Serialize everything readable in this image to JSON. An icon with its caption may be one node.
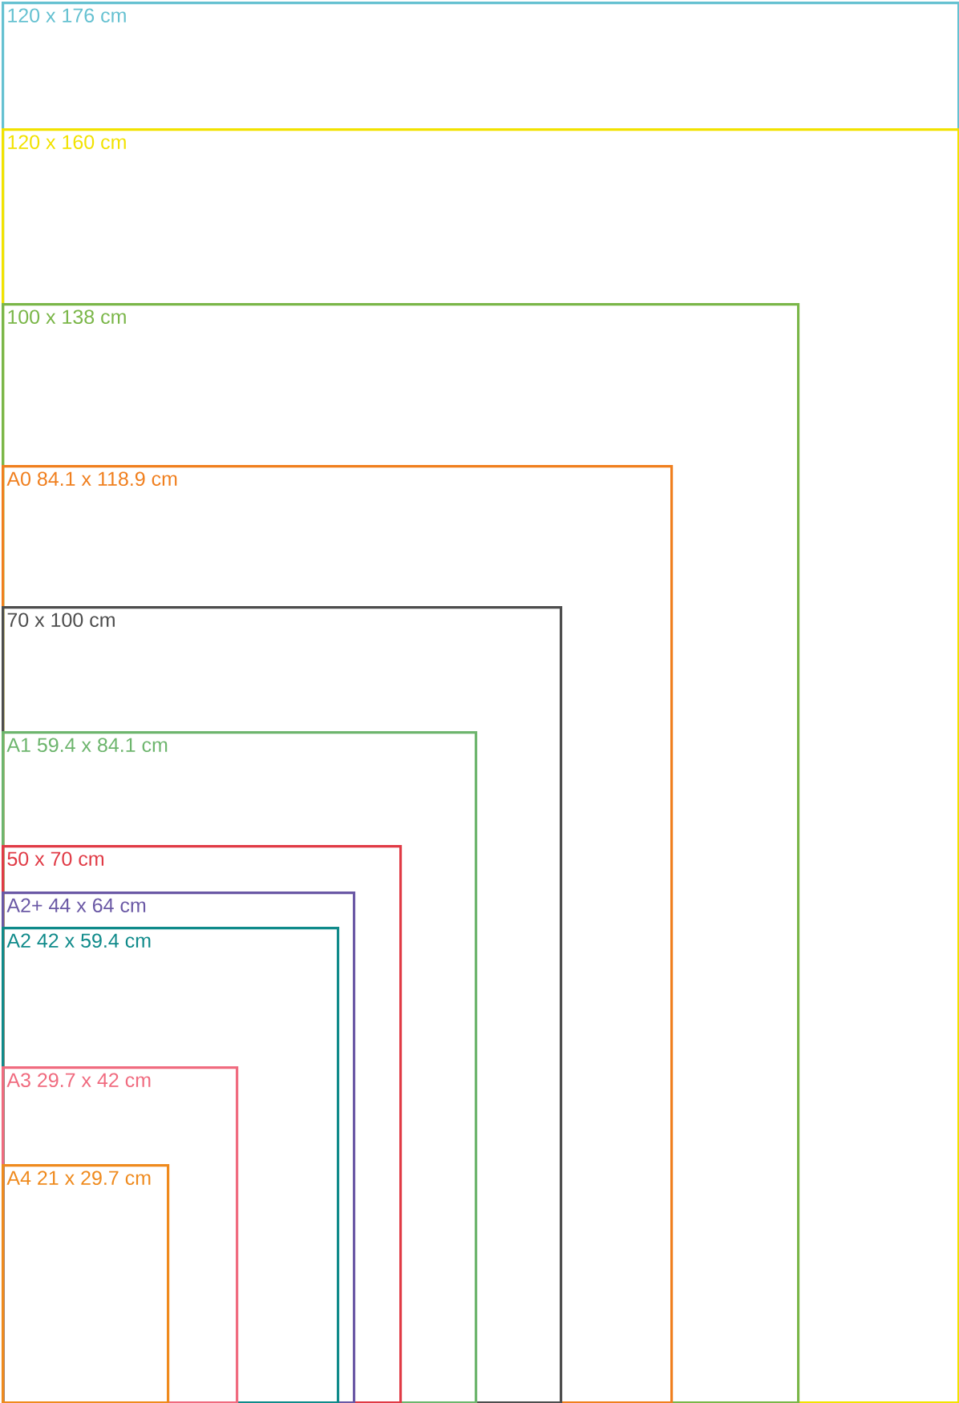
{
  "diagram": {
    "nodes": [
      {
        "text": [
          "120 x 176 cm"
        ]
      },
      {
        "text": [
          "120 x 160 cm"
        ],
        "in": 0
      },
      {
        "text": [
          "100 x 138 cm"
        ],
        "in": 1
      },
      {
        "text": [
          "A0 84.1 x 118.9 cm"
        ],
        "in": 2
      },
      {
        "text": [
          "70 x 100 cm"
        ],
        "in": 3
      },
      {
        "text": [
          "A1 59.4 x 84.1 cm"
        ],
        "in": 4
      },
      {
        "text": [
          "50 x 70 cm"
        ],
        "in": 5
      },
      {
        "text": [
          "A2+ 44 x 64 cm"
        ],
        "in": 6
      },
      {
        "text": [
          "A2 42 x 59.4 cm"
        ],
        "in": 7
      },
      {
        "text": [
          "A3 29.7 x 42 cm"
        ],
        "in": 8
      },
      {
        "text": [
          "A4 21 x 29.7 cm"
        ],
        "in": 9
      }
    ]
  }
}
